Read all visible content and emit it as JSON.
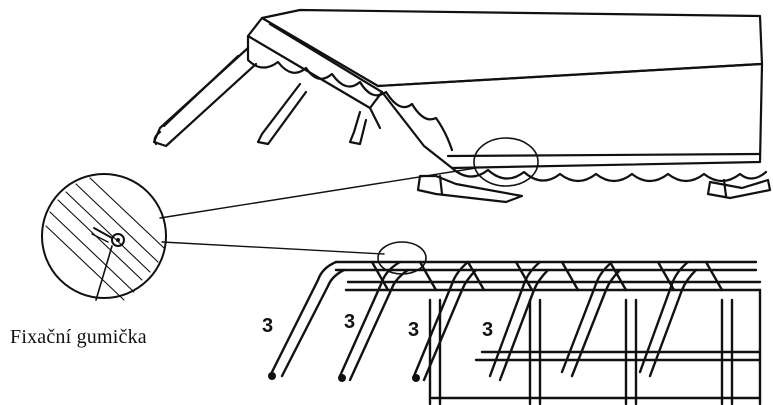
{
  "diagram": {
    "callout_label": "Fixační gumička",
    "frame_numbers": [
      "3",
      "3",
      "3",
      "3"
    ],
    "colors": {
      "line": "#111111",
      "background": "#ffffff"
    }
  }
}
